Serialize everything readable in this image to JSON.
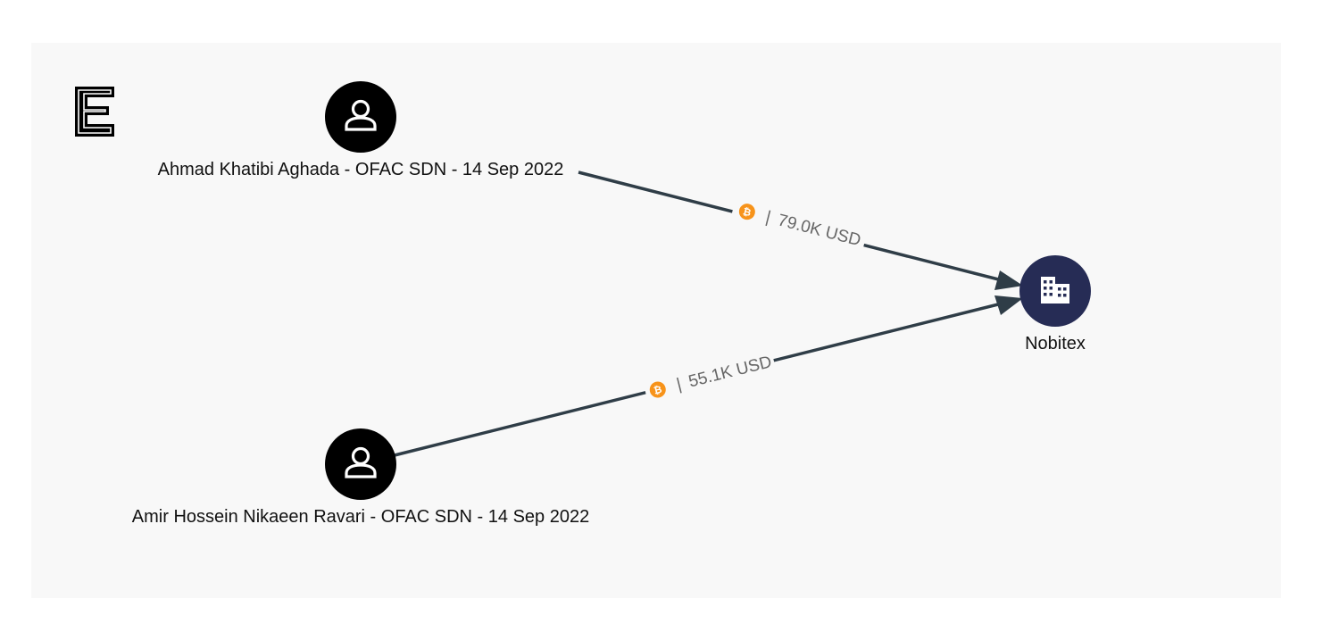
{
  "logo": {
    "icon": "e-logo-icon"
  },
  "nodes": [
    {
      "id": "n1",
      "label": "Ahmad Khatibi Aghada - OFAC SDN - 14 Sep 2022",
      "icon": "person-icon",
      "fill": "#000000"
    },
    {
      "id": "n2",
      "label": "Amir Hossein Nikaeen Ravari - OFAC SDN - 14 Sep 2022",
      "icon": "person-icon",
      "fill": "#000000"
    },
    {
      "id": "n3",
      "label": "Nobitex",
      "icon": "building-icon",
      "fill": "#262c55"
    }
  ],
  "edges": [
    {
      "from": "n1",
      "to": "n3",
      "asset_icon": "bitcoin-icon",
      "separator": "|",
      "amount": "79.0K USD"
    },
    {
      "from": "n2",
      "to": "n3",
      "asset_icon": "bitcoin-icon",
      "separator": "|",
      "amount": "55.1K USD"
    }
  ],
  "colors": {
    "edge": "#2f3d47",
    "bitcoin": "#f7931a",
    "edge_label": "#666666"
  }
}
